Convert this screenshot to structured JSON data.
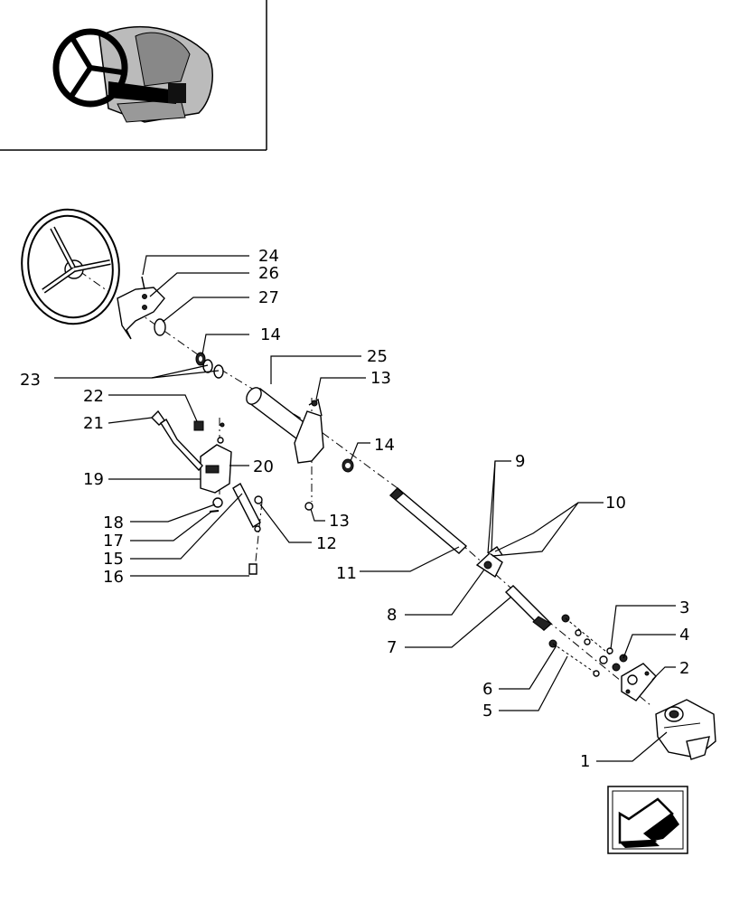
{
  "callouts": {
    "c1": "1",
    "c2": "2",
    "c3": "3",
    "c4": "4",
    "c5": "5",
    "c6": "6",
    "c7": "7",
    "c8": "8",
    "c9": "9",
    "c10": "10",
    "c11": "11",
    "c12": "12",
    "c13a": "13",
    "c13b": "13",
    "c14a": "14",
    "c14b": "14",
    "c15": "15",
    "c16": "16",
    "c17": "17",
    "c18": "18",
    "c19": "19",
    "c20": "20",
    "c21": "21",
    "c22": "22",
    "c23": "23",
    "c24": "24",
    "c25": "25",
    "c26": "26",
    "c27": "27"
  },
  "icons": {
    "thumbnail": "tractor-steering-thumbnail-icon",
    "nav": "back-arrow-icon"
  }
}
